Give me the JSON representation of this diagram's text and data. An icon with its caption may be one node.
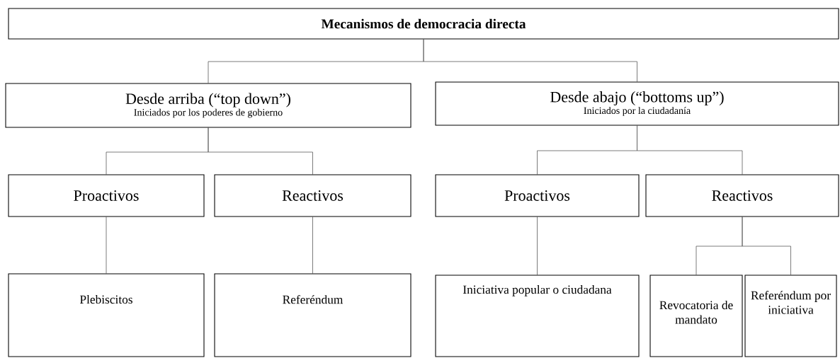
{
  "diagram": {
    "nodes": [
      {
        "text": [
          "Mecanismos de democracia directa"
        ]
      },
      {
        "text": [
          "Desde arriba (“top down”)",
          "Iniciados por los poderes de gobierno"
        ]
      },
      {
        "text": [
          "Desde abajo (“bottoms up”)",
          "Iniciados por la ciudadanía"
        ]
      },
      {
        "text": [
          "Proactivos"
        ]
      },
      {
        "text": [
          "Reactivos"
        ]
      },
      {
        "text": [
          "Proactivos"
        ]
      },
      {
        "text": [
          "Reactivos"
        ]
      },
      {
        "text": [
          "Plebiscitos"
        ]
      },
      {
        "text": [
          "Referéndum"
        ]
      },
      {
        "text": [
          "Iniciativa popular o ciudadana"
        ]
      },
      {
        "text": [
          "Revocatoria de mandato"
        ]
      },
      {
        "text": [
          "Referéndum por iniciativa"
        ]
      }
    ],
    "edges": [
      {
        "from": 0,
        "to": 1,
        "arrow": "none"
      },
      {
        "from": 0,
        "to": 2,
        "arrow": "none"
      },
      {
        "from": 1,
        "to": 3,
        "arrow": "none"
      },
      {
        "from": 1,
        "to": 4,
        "arrow": "none"
      },
      {
        "from": 2,
        "to": 5,
        "arrow": "none"
      },
      {
        "from": 2,
        "to": 6,
        "arrow": "none"
      },
      {
        "from": 3,
        "to": 7,
        "arrow": "none"
      },
      {
        "from": 4,
        "to": 8,
        "arrow": "none"
      },
      {
        "from": 5,
        "to": 9,
        "arrow": "none"
      },
      {
        "from": 6,
        "to": 10,
        "arrow": "none"
      },
      {
        "from": 6,
        "to": 11,
        "arrow": "none"
      }
    ]
  }
}
